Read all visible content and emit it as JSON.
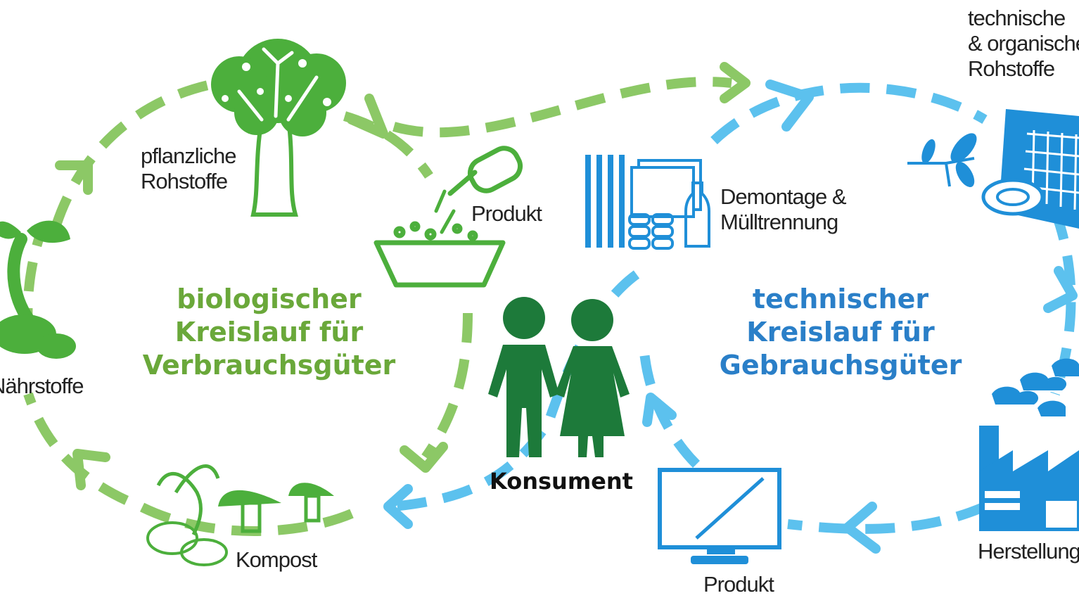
{
  "labels": {
    "plant_raw": "pflanzliche\nRohstoffe",
    "product_bio": "Produkt",
    "nutrients": "Nährstoffe",
    "compost": "Kompost",
    "consumer": "Konsument",
    "disassembly": "Demontage &\nMülltrennung",
    "raw_materials": "technische\n& organische\nRohstoffe",
    "manufacturing": "Herstellung",
    "product_tech": "Produkt"
  },
  "titles": {
    "bio_cycle": "biologischer\nKreislauf für\nVerbrauchsgüter",
    "tech_cycle": "technischer\nKreislauf für\nGebrauchsgüter"
  },
  "colors": {
    "bio_dash": "#8cc866",
    "bio_icon": "#4caf3c",
    "bio_title": "#6aa83a",
    "consumer": "#1d7a3a",
    "tech_dash": "#5cc1ee",
    "tech_icon": "#1f8fd8",
    "tech_title": "#2a7fc8"
  },
  "icons": [
    "tree-icon",
    "seedling-icon",
    "bottle-icon",
    "basin-icon",
    "compost-icon",
    "people-icon",
    "disassembly-icon",
    "fabric-roll-icon",
    "factory-icon",
    "monitor-icon"
  ]
}
